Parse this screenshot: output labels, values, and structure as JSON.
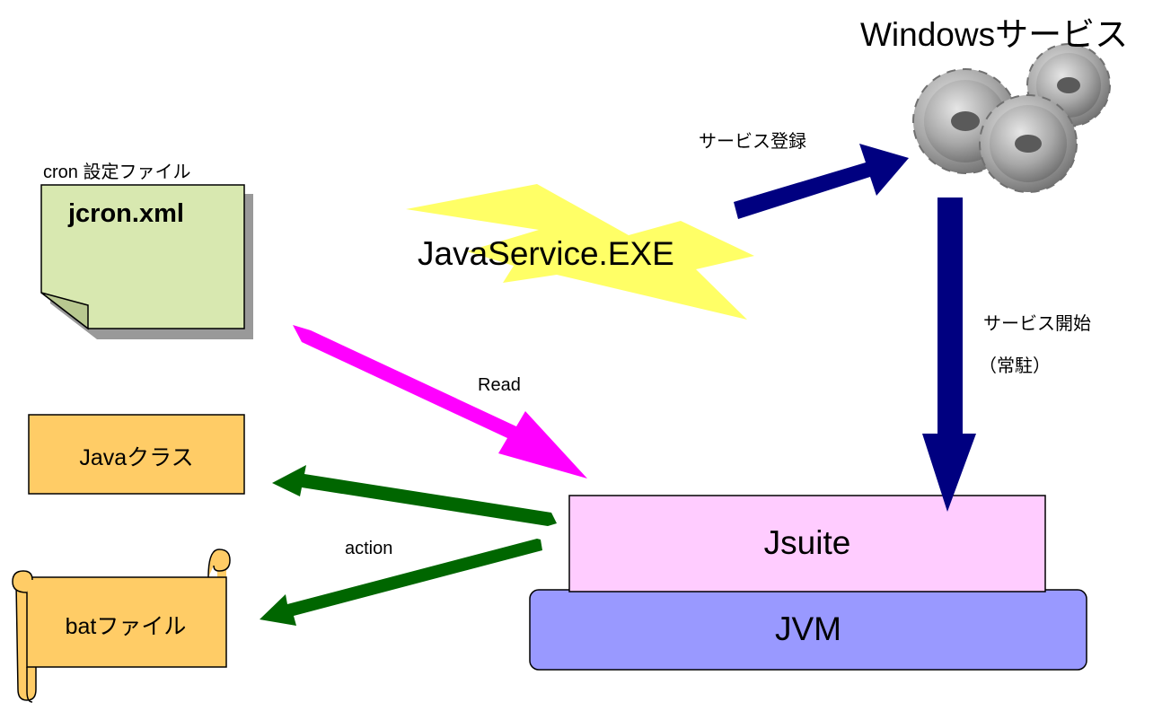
{
  "windows_service": {
    "title": "Windowsサービス",
    "icon": "gears-icon"
  },
  "cron_file": {
    "caption": "cron 設定ファイル",
    "filename": "jcron.xml"
  },
  "javaservice": {
    "label": "JavaService.EXE",
    "icon": "lightning-icon"
  },
  "java_class": {
    "label": "Javaクラス"
  },
  "bat_file": {
    "label": "batファイル"
  },
  "jsuite": {
    "label": "Jsuite"
  },
  "jvm": {
    "label": "JVM"
  },
  "arrows": {
    "register": {
      "label": "サービス登録"
    },
    "start": {
      "label_line1": "サービス開始",
      "label_line2": "（常駐）"
    },
    "read": {
      "label": "Read"
    },
    "action": {
      "label": "action"
    }
  },
  "colors": {
    "navy_arrow": "#000080",
    "magenta_arrow": "#ff00ff",
    "green_arrow": "#006600",
    "note_fill": "#d8e8b0",
    "orange_fill": "#ffcc66",
    "jsuite_fill": "#ffccff",
    "jvm_fill": "#9999ff",
    "lightning_fill": "#ffff66",
    "gear_fill": "#a0a0a0"
  }
}
